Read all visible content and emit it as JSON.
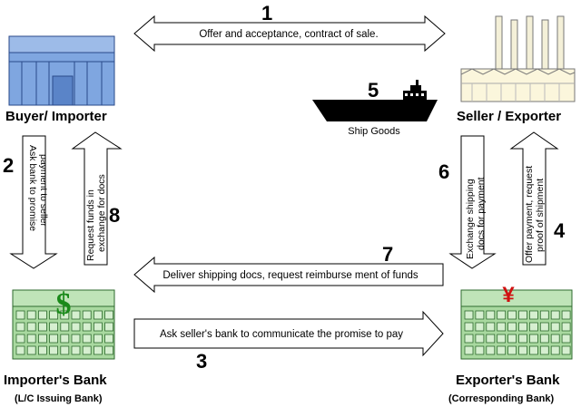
{
  "parties": {
    "buyer": "Buyer/ Importer",
    "seller": "Seller / Exporter",
    "importer_bank": "Importer's Bank",
    "importer_bank_sub": "(L/C Issuing Bank)",
    "exporter_bank": "Exporter's Bank",
    "exporter_bank_sub": "(Corresponding Bank)"
  },
  "symbols": {
    "dollar": "$",
    "yen": "¥"
  },
  "steps": [
    {
      "number": "1",
      "text": "Offer and acceptance, contract of sale."
    },
    {
      "number": "2",
      "line1": "Ask bank to promise",
      "line2": "payment to seller"
    },
    {
      "number": "3",
      "text": "Ask seller's bank to communicate the promise to pay"
    },
    {
      "number": "4",
      "line1": "Offer payment, request",
      "line2": "proof of shipment"
    },
    {
      "number": "5",
      "text": "Ship Goods"
    },
    {
      "number": "6",
      "line1": "Exchange shipping",
      "line2": "docs for payment"
    },
    {
      "number": "7",
      "text": "Deliver shipping docs, request reimburse ment of funds"
    },
    {
      "number": "8",
      "line1": "Request funds in",
      "line2": "exchange for docs"
    }
  ],
  "colors": {
    "building_blue": "#7fa6e0",
    "bank_green": "#a9d9a0",
    "dollar_green": "#1a8a1a",
    "yen_red": "#d01010",
    "factory_cream": "#fbf6dc"
  }
}
